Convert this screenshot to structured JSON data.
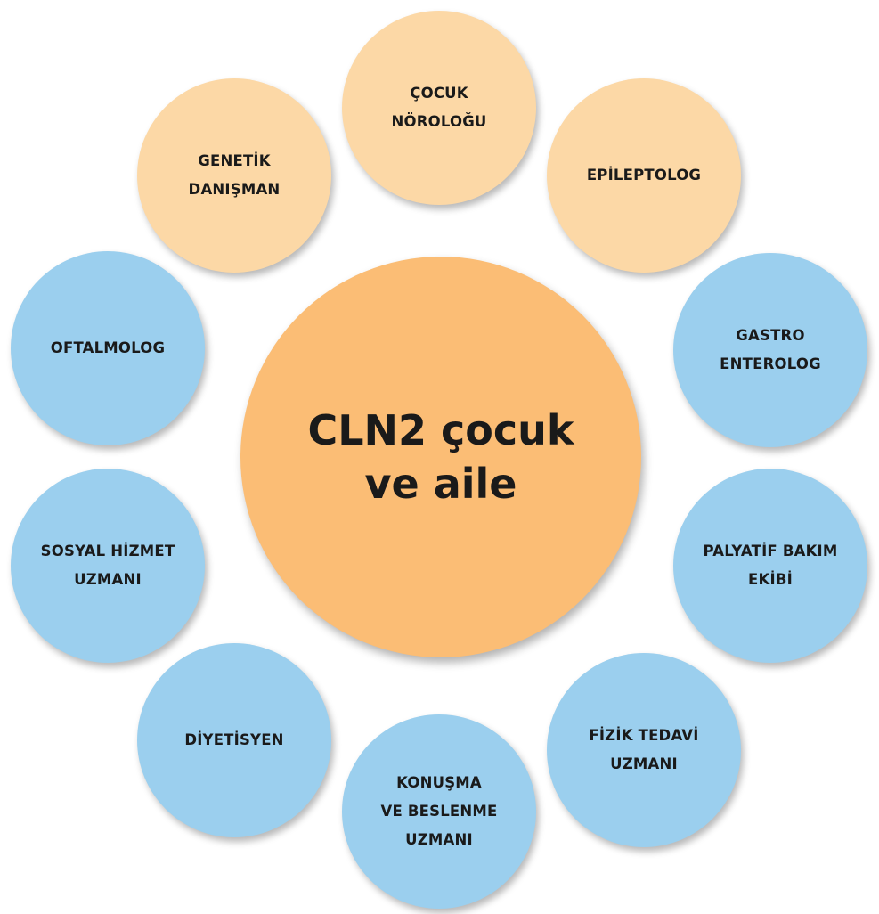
{
  "center": {
    "label": "CLN2 çocuk\nve aile",
    "color": "#fbbd75"
  },
  "colors": {
    "peach": "#fcd8a6",
    "blue": "#9bcfee",
    "text": "#1a1a1a"
  },
  "nodes": [
    {
      "label": "ÇOCUK\nNÖROLOĞU",
      "color": "peach"
    },
    {
      "label": "EPİLEPTOLOG",
      "color": "peach"
    },
    {
      "label": "GASTRO\nENTEROLOG",
      "color": "blue"
    },
    {
      "label": "PALYATİF BAKIM\nEKİBİ",
      "color": "blue"
    },
    {
      "label": "FİZİK TEDAVİ\nUZMANI",
      "color": "blue"
    },
    {
      "label": "KONUŞMA\nVE BESLENME\nUZMANI",
      "color": "blue"
    },
    {
      "label": "DİYETİSYEN",
      "color": "blue"
    },
    {
      "label": "SOSYAL HİZMET\nUZMANI",
      "color": "blue"
    },
    {
      "label": "OFTALMOLOG",
      "color": "blue"
    },
    {
      "label": "GENETİK\nDANIŞMAN",
      "color": "peach"
    }
  ]
}
